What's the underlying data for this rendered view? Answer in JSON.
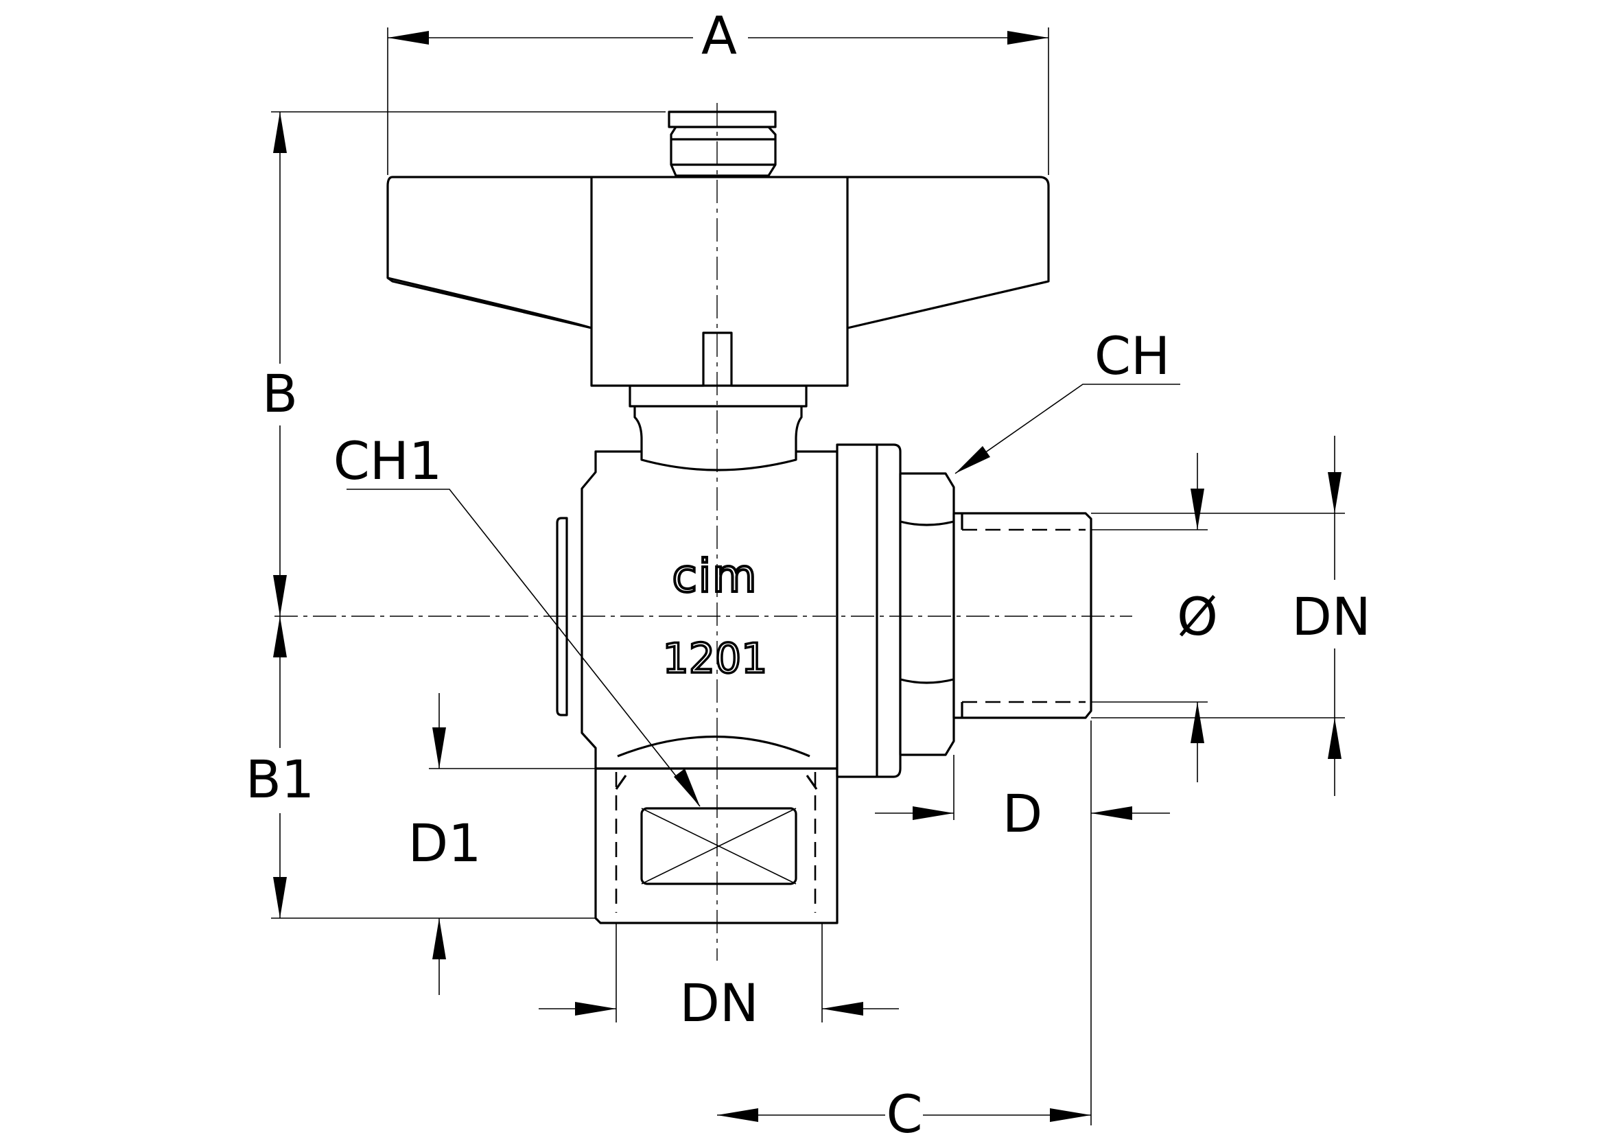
{
  "labels": {
    "a": "A",
    "b": "B",
    "b1": "B1",
    "c": "C",
    "d": "D",
    "d1": "D1",
    "ch": "CH",
    "ch1": "CH1",
    "dn_right": "DN",
    "dn_bottom": "DN",
    "phi": "Ø"
  },
  "body_marking": {
    "brand": "cim",
    "model": "1201"
  }
}
